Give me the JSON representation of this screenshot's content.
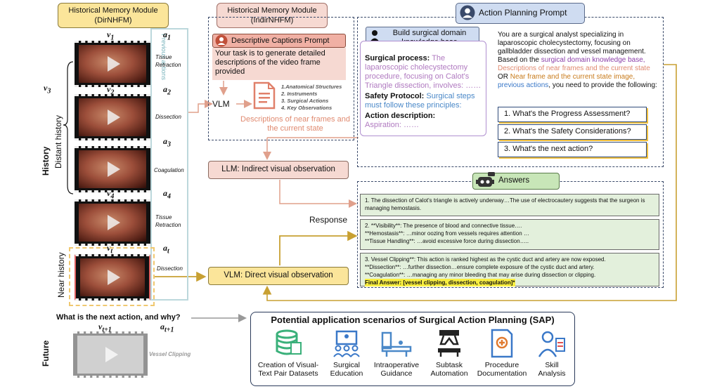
{
  "dirnhfm": {
    "title": "Historical Memory Module",
    "subtitle": "(DirNHFM)"
  },
  "indirnhfm": {
    "title": "Historical Memory Module",
    "subtitle": "(IndirNHFM)"
  },
  "history": {
    "label": "History",
    "distant": "Distant history",
    "near": "Near history",
    "previous_actions": "Previous actions",
    "v3": "v",
    "v3_sub": "3",
    "frames": [
      {
        "v": "v",
        "sub": "1",
        "a": "a",
        "asub": "1",
        "action": "Tissue Retraction"
      },
      {
        "v": "v",
        "sub": "2",
        "a": "a",
        "asub": "2",
        "action": "Dissection"
      },
      {
        "v": "",
        "sub": "",
        "a": "a",
        "asub": "3",
        "action": "Coagulation"
      },
      {
        "v": "v",
        "sub": "4",
        "a": "a",
        "asub": "4",
        "action": "Tissue Retraction"
      },
      {
        "v": "v",
        "sub": "t",
        "a": "a",
        "asub": "t",
        "action": "Dissection"
      }
    ]
  },
  "captions_prompt": {
    "title": "Descriptive Captions Prompt",
    "text": "Your task is to generate detailed descriptions of the video frame provided"
  },
  "vlm_label": "VLM",
  "doc_list": [
    "1.Anatomical Structures",
    "2. Instruments",
    "3. Surgical Actions",
    "4. Key Observations"
  ],
  "near_desc": "Descriptions of near frames and the current state",
  "llm_box": "LLM: Indirect visual observation",
  "vlm_box": "VLM: Direct visual observation",
  "response": "Response",
  "kb": {
    "title": "Build surgical domain knowledge base",
    "process_label": "Surgical process:",
    "process_text": "The laparoscopic cholecystectomy procedure, focusing on Calot's Triangle dissection, involves: ……",
    "protocol_label": "Safety Protocol:",
    "protocol_text": "Surgical steps must follow these principles:",
    "action_label": "Action description:",
    "action_text": "Aspiration: ……"
  },
  "planning": {
    "title": "Action Planning Prompt",
    "p1": "You are a surgical analyst specializing in laparoscopic cholecystectomy, focusing on gallbladder dissection and vessel management. Based on the ",
    "kb_ref": "surgical domain knowledge base,",
    "desc_ref": "Descriptions of near frames and the current state",
    "or": " OR ",
    "img_ref": "Near frame and the current state image,",
    "prev_ref": " previous actions",
    "p2": ", you need to provide the following:",
    "questions": [
      "1. What's the Progress Assessment?",
      "2. What's the Safety Considerations?",
      "3. What's the next action?"
    ]
  },
  "answers": {
    "title": "Answers",
    "a1": "1. The dissection of Calot's triangle is actively underway…The use of electrocautery suggests that the surgeon is managing hemostasis.",
    "a2": [
      "2. **Visibility**: The presence of blood and connective tissue….",
      "**Hemostasis**: …minor oozing from vessels requires attention …",
      "**Tissue Handling**: …avoid excessive force during dissection….."
    ],
    "a3": [
      "3. Vessel Clipping**: This action is ranked highest as the cystic duct and artery are now exposed.",
      "**Dissection**: …further dissection…ensure complete exposure of the cystic duct and artery.",
      "**Coagulation**: …managing any minor bleeding that may arise during dissection or clipping."
    ],
    "final": "Final Answer: [vessel clipping, dissection, coagulation]*"
  },
  "future": {
    "label": "Future",
    "question": "What is the next action, and why?",
    "v": "v",
    "vsub": "t+1",
    "a": "a",
    "asub": "t+1",
    "action": "Vessel Clipping"
  },
  "applications": {
    "title": "Potential application scenarios of Surgical Action Planning (SAP)",
    "items": [
      {
        "icon": "database-icon",
        "label": "Creation of Visual-Text Pair Datasets"
      },
      {
        "icon": "education-icon",
        "label": "Surgical Education"
      },
      {
        "icon": "guidance-icon",
        "label": "Intraoperative Guidance"
      },
      {
        "icon": "robot-arm-icon",
        "label": "Subtask Automation"
      },
      {
        "icon": "documentation-icon",
        "label": "Procedure Documentation"
      },
      {
        "icon": "skill-analysis-icon",
        "label": "Skill Analysis"
      }
    ]
  },
  "colors": {
    "yellow_box": "#fbe59a",
    "pink_box": "#f6d9d2",
    "blue_box": "#cfdcf1",
    "green_box": "#c8e6b8",
    "gold_line": "#c8a032",
    "pink_line": "#e0a08c",
    "teal": "#8ec3c8",
    "purple": "#8b3fa8",
    "orange": "#c87a1a",
    "blue": "#3a78c8"
  }
}
